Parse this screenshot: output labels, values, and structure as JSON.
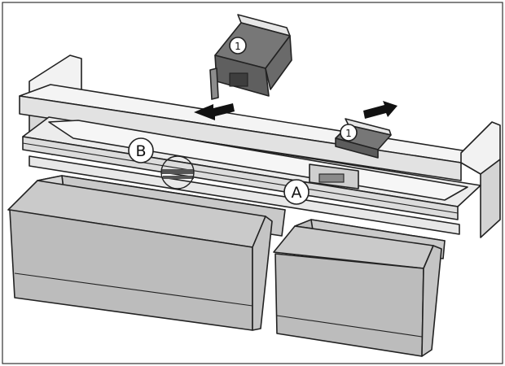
{
  "figure": {
    "callouts": {
      "part_a": "A",
      "part_b": "B",
      "clip_top": "1",
      "clip_right": "1"
    },
    "colors": {
      "light_face": "#f2f2f2",
      "mid_face": "#d8d8d8",
      "dark_face": "#b4b4b4",
      "clip_dark": "#6f6f6f",
      "arrow": "#111111"
    },
    "icons": [
      "arrow-left-icon",
      "arrow-up-icon"
    ]
  }
}
